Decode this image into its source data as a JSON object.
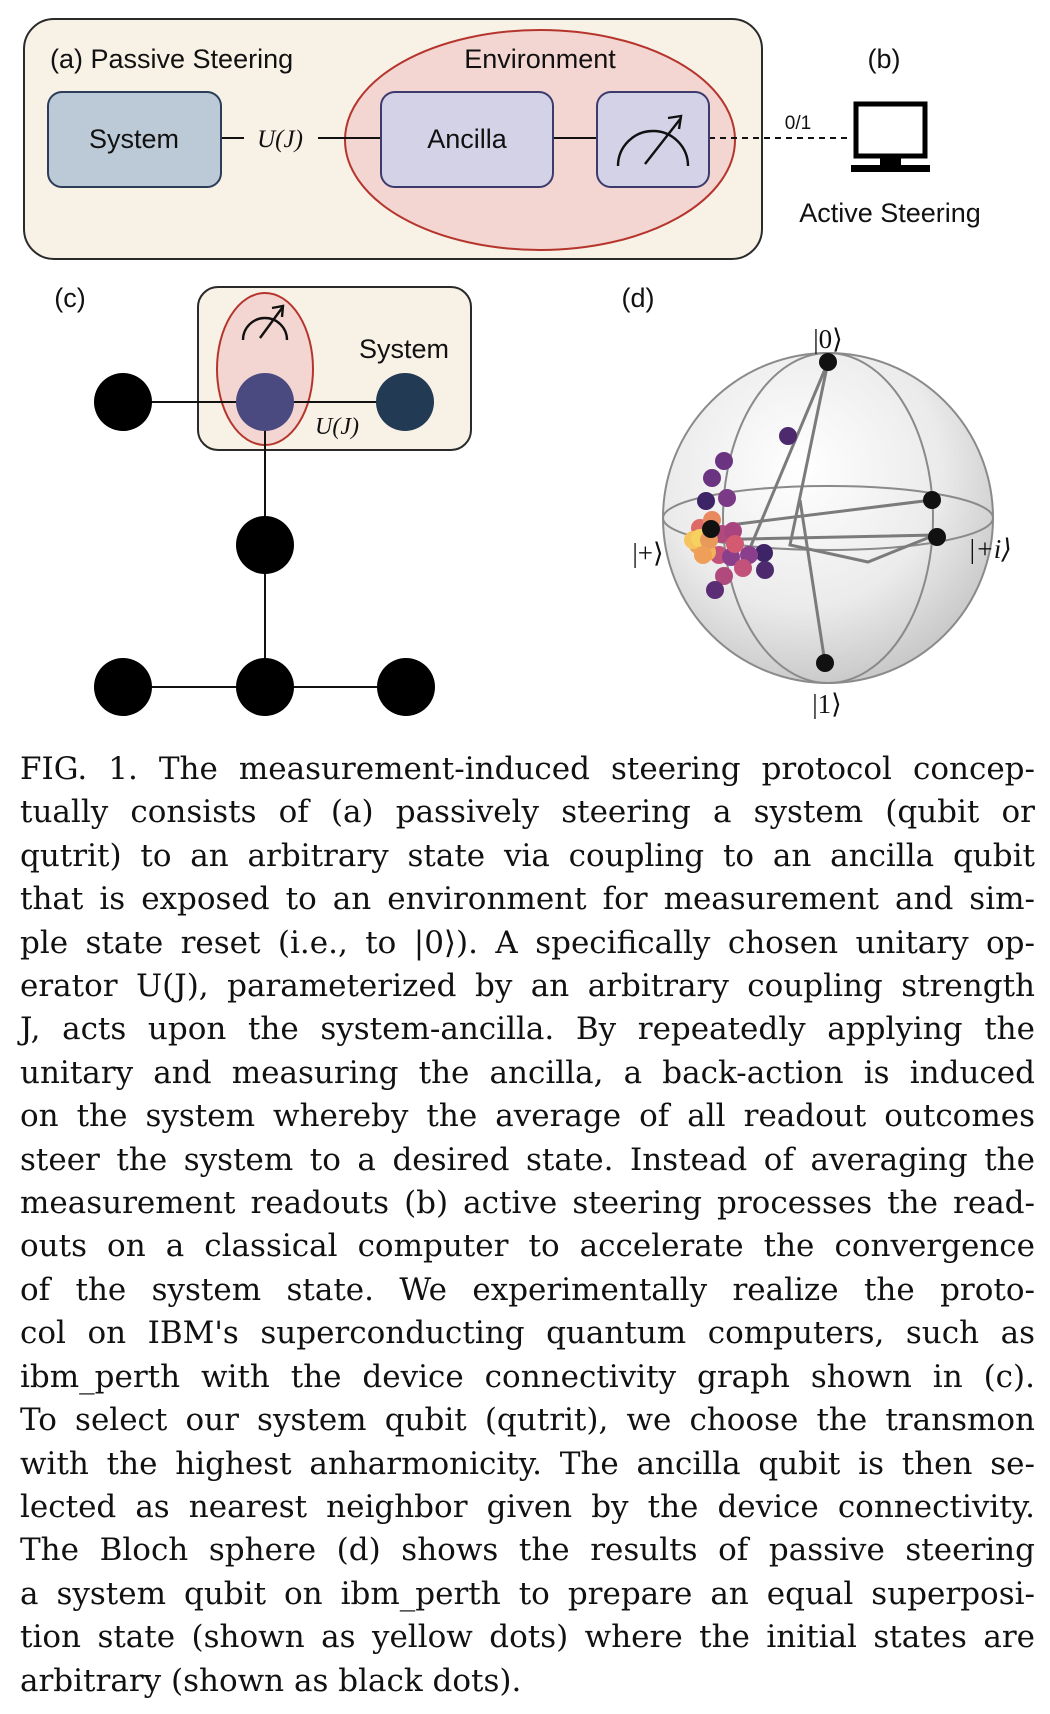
{
  "panel_a": {
    "label": "(a) Passive Steering",
    "system": "System",
    "unitary": "U(J)",
    "environment": "Environment",
    "ancilla": "Ancilla",
    "readout": "0/1"
  },
  "panel_b": {
    "label": "(b)",
    "caption": "Active Steering"
  },
  "panel_c": {
    "label": "(c)",
    "system": "System",
    "unitary": "U(J)"
  },
  "panel_d": {
    "label": "(d)",
    "ket_0": "|0⟩",
    "ket_1": "|1⟩",
    "ket_plus": "|+⟩",
    "ket_plus_i": "|+i⟩"
  },
  "caption": {
    "lines": [
      "FIG. 1. The measurement-induced steering protocol concep-",
      "tually consists of (a) passively steering a system (qubit or",
      "qutrit) to an arbitrary state via coupling to an ancilla qubit",
      "that is exposed to an environment for measurement and sim-",
      "ple state reset (i.e., to |0⟩). A specifically chosen unitary op-",
      "erator U(J), parameterized by an arbitrary coupling strength",
      "J, acts upon the system-ancilla. By repeatedly applying the",
      "unitary and measuring the ancilla, a back-action is induced",
      "on the system whereby the average of all readout outcomes",
      "steer the system to a desired state. Instead of averaging the",
      "measurement readouts (b) active steering processes the read-",
      "outs on a classical computer to accelerate the convergence",
      "of the system state. We experimentally realize the proto-",
      "col on IBM's superconducting quantum computers, such as",
      "ibm_perth with the device connectivity graph shown in (c).",
      "To select our system qubit (qutrit), we choose the transmon",
      "with the highest anharmonicity. The ancilla qubit is then se-",
      "lected as nearest neighbor given by the device connectivity.",
      "The Bloch sphere (d) shows the results of passive steering",
      "a system qubit on ibm_perth to prepare an equal superposi-",
      "tion state (shown as yellow dots) where the initial states are",
      "arbitrary (shown as black dots)."
    ]
  },
  "colors": {
    "passive_box": "#f7f1e6",
    "environment": "#f3d6d1",
    "environment_edge": "#b5352d",
    "system_box": "#bccad8",
    "ancilla_box": "#d4d2e6",
    "node_black": "#000000",
    "ancilla_node": "#4b4a80",
    "system_node": "#233a54"
  }
}
